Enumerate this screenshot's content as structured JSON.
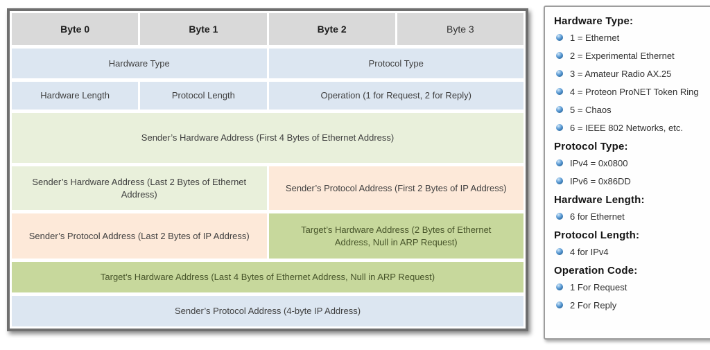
{
  "table": {
    "byte_headers": [
      "Byte 0",
      "Byte 1",
      "Byte 2",
      "Byte 3"
    ],
    "cells": {
      "hardware_type": "Hardware Type",
      "protocol_type": "Protocol Type",
      "hardware_length": "Hardware Length",
      "protocol_length": "Protocol Length",
      "operation": "Operation (1 for Request, 2 for Reply)",
      "sender_hw_first4": "Sender’s Hardware Address (First 4 Bytes of Ethernet Address)",
      "sender_hw_last2": "Sender’s Hardware Address (Last 2 Bytes of Ethernet Address)",
      "sender_proto_first2": "Sender’s Protocol Address (First 2 Bytes of IP Address)",
      "sender_proto_last2": "Sender’s Protocol Address (Last 2 Bytes of IP Address)",
      "target_hw_2bytes": "Target’s Hardware Address (2 Bytes of Ethernet Address, Null in ARP Request)",
      "target_hw_last4": "Target’s Hardware Address (Last 4 Bytes of Ethernet Address, Null in ARP Request)",
      "sender_proto_4byte": "Sender’s Protocol Address (4-byte IP Address)"
    }
  },
  "legend": {
    "sections": [
      {
        "heading": "Hardware Type:",
        "items": [
          "1 = Ethernet",
          "2 = Experimental Ethernet",
          "3 = Amateur Radio AX.25",
          "4 = Proteon ProNET Token Ring",
          "5 = Chaos",
          "6 = IEEE 802 Networks, etc."
        ]
      },
      {
        "heading": "Protocol Type:",
        "items": [
          "IPv4 = 0x0800",
          "IPv6 = 0x86DD"
        ]
      },
      {
        "heading": "Hardware Length:",
        "items": [
          "6 for Ethernet"
        ]
      },
      {
        "heading": "Protocol Length:",
        "items": [
          "4 for IPv4"
        ]
      },
      {
        "heading": "Operation Code:",
        "items": [
          "1 For Request",
          "2 For Reply"
        ]
      }
    ]
  },
  "colors": {
    "header_gray": "#d9d9d9",
    "row_blue": "#dce6f1",
    "row_light_green": "#e9f0db",
    "row_peach": "#fde9d9",
    "row_dark_green": "#c7d89c",
    "bullet_blue": "#5b9bd5",
    "table_border": "#6f6f6f"
  }
}
